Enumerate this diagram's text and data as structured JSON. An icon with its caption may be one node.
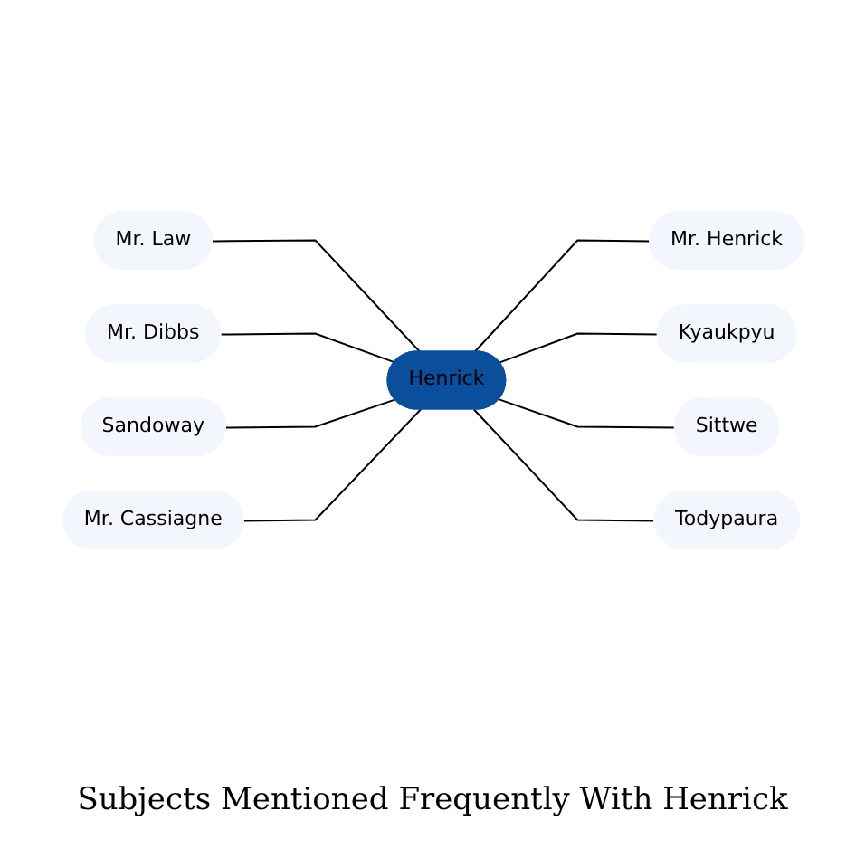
{
  "diagram": {
    "caption": "Subjects Mentioned Frequently With Henrick",
    "nodes": [
      {
        "text": [
          "Mr. Law"
        ]
      },
      {
        "text": [
          "Mr. Henrick"
        ]
      },
      {
        "text": [
          "Mr. Dibbs"
        ]
      },
      {
        "text": [
          "Kyaukpyu"
        ]
      },
      {
        "text": [
          "Henrick"
        ]
      },
      {
        "text": [
          "Sandoway"
        ]
      },
      {
        "text": [
          "Sittwe"
        ]
      },
      {
        "text": [
          "Mr. Cassiagne"
        ]
      },
      {
        "text": [
          "Todypaura"
        ]
      }
    ],
    "edges": [
      {
        "from": 0,
        "to": 4,
        "arrow": "none"
      },
      {
        "from": 4,
        "to": 1,
        "arrow": "none"
      },
      {
        "from": 2,
        "to": 4,
        "arrow": "none"
      },
      {
        "from": 4,
        "to": 3,
        "arrow": "none"
      },
      {
        "from": 5,
        "to": 4,
        "arrow": "none"
      },
      {
        "from": 4,
        "to": 6,
        "arrow": "none"
      },
      {
        "from": 7,
        "to": 4,
        "arrow": "none"
      },
      {
        "from": 4,
        "to": 8,
        "arrow": "none"
      }
    ]
  }
}
